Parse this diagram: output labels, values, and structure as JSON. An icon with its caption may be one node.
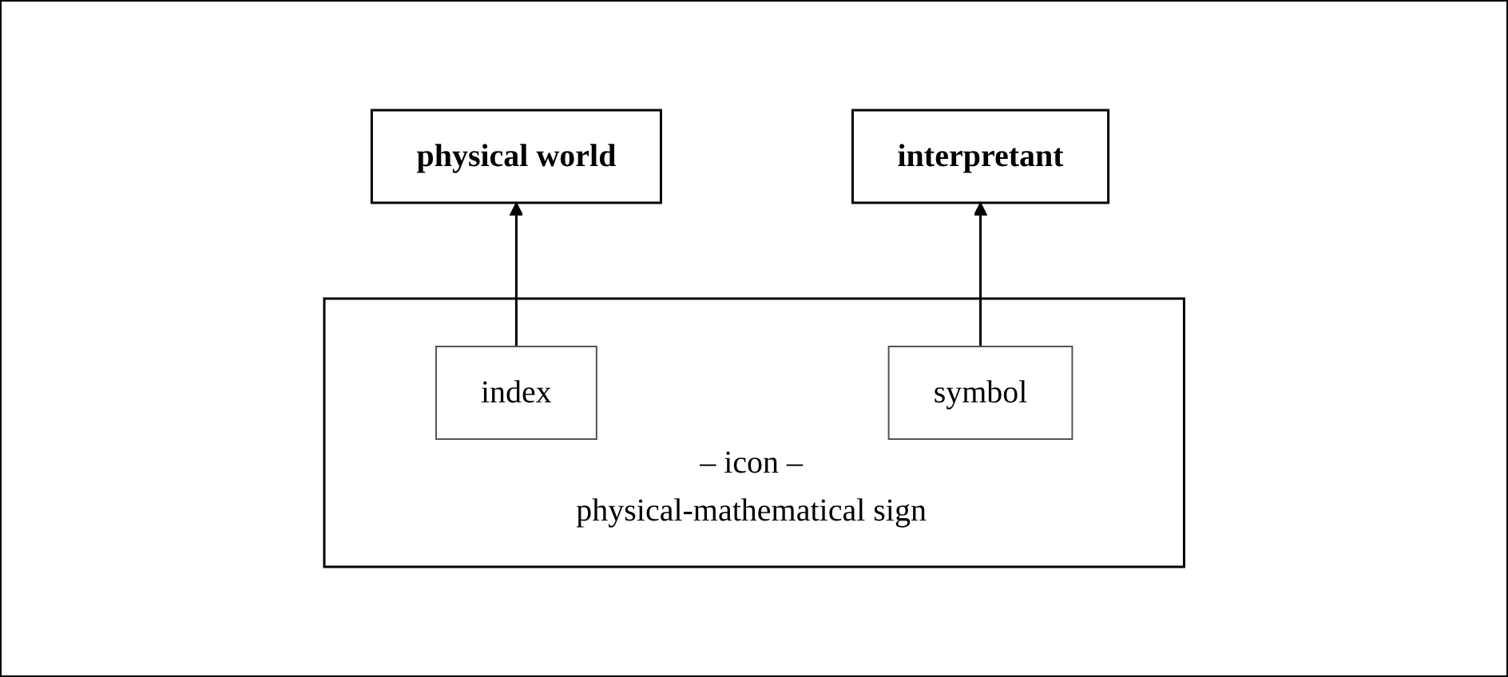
{
  "diagram": {
    "nodes": [
      {
        "text": [
          "physical world"
        ]
      },
      {
        "text": [
          "interpretant"
        ]
      },
      {
        "text": [
          "– icon –",
          "physical-mathematical sign"
        ]
      },
      {
        "text": [
          "index"
        ],
        "in": 2
      },
      {
        "text": [
          "symbol"
        ],
        "in": 2
      }
    ],
    "edges": [
      {
        "from": 3,
        "to": 0,
        "arrow": "to"
      },
      {
        "from": 4,
        "to": 1,
        "arrow": "to"
      }
    ]
  }
}
